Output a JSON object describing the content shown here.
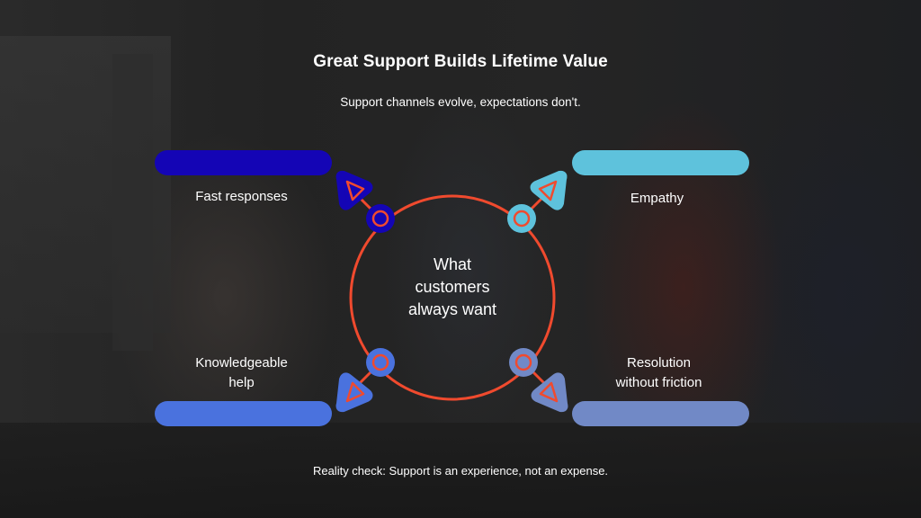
{
  "slide": {
    "title": "Great Support Builds Lifetime Value",
    "subtitle": "Support channels evolve, expectations don't.",
    "center": {
      "line1": "What",
      "line2": "customers",
      "line3": "always want"
    },
    "footer": "Reality check: Support is an experience, not an expense."
  },
  "items": [
    {
      "label": "Fast responses",
      "color": "#1405B5",
      "position": "top-left"
    },
    {
      "label": "Empathy",
      "color": "#5EC2DC",
      "position": "top-right"
    },
    {
      "label_line1": "Knowledgeable",
      "label_line2": "help",
      "color": "#4A72DE",
      "position": "bottom-left"
    },
    {
      "label_line1": "Resolution",
      "label_line2": "without friction",
      "color": "#7189C6",
      "position": "bottom-right"
    }
  ],
  "colors": {
    "ring": "#F04A2E",
    "text": "#FFFFFF",
    "background": "#242424"
  },
  "icons": {
    "connector_node": "ring-node-icon",
    "arrow": "triangle-arrow-icon"
  }
}
